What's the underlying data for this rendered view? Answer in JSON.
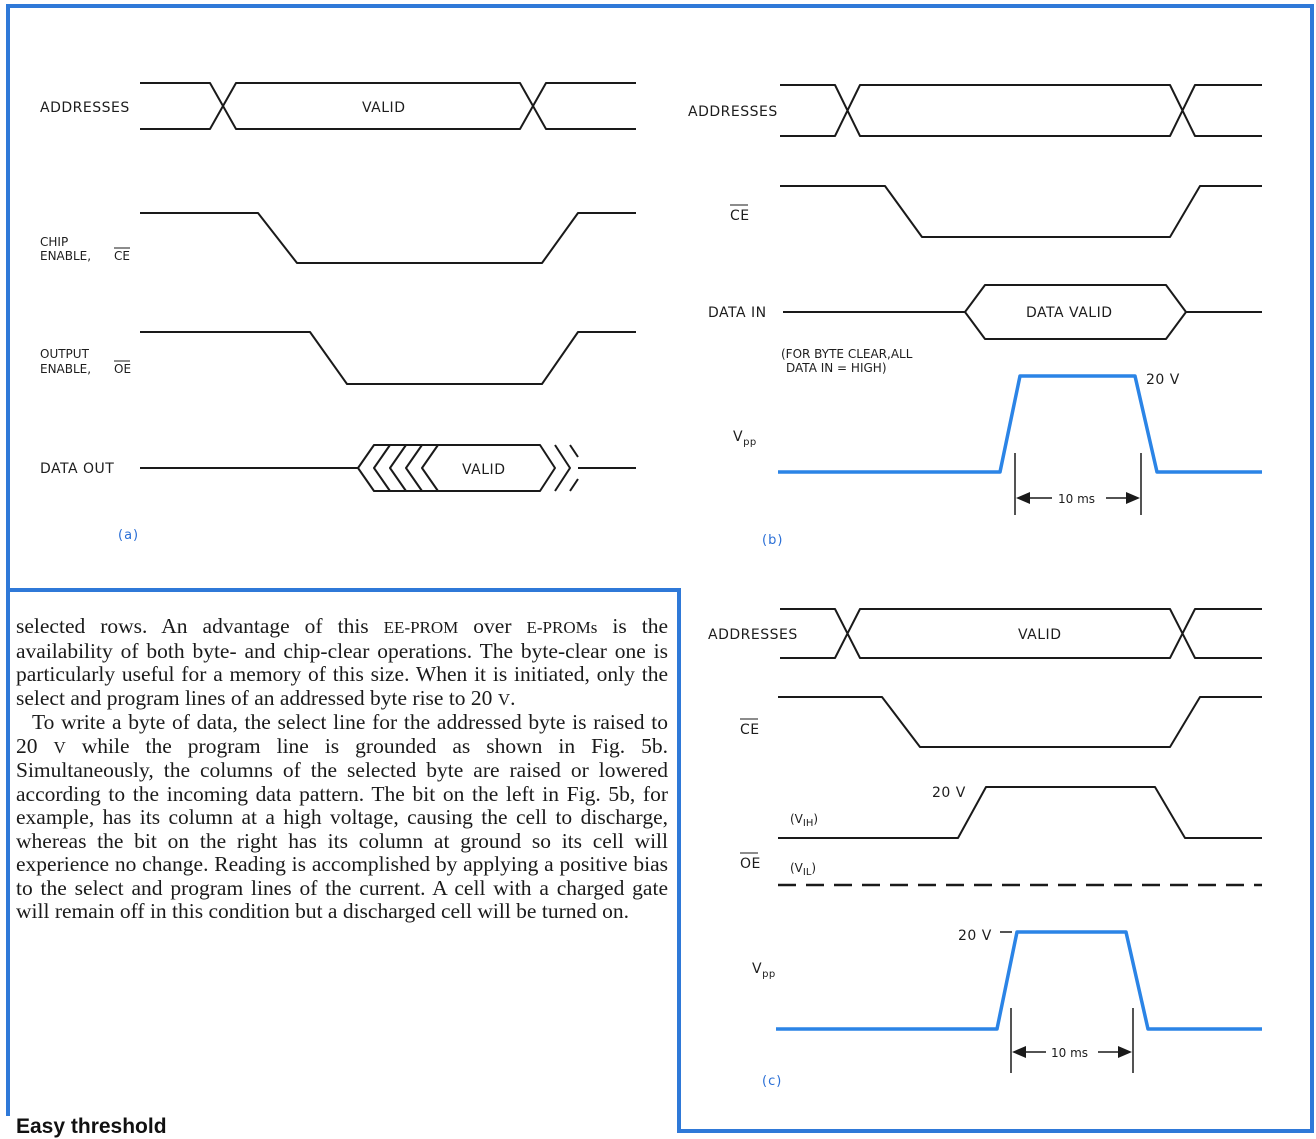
{
  "colors": {
    "frame": "#2f79d8",
    "vpp_trace": "#2b84e6",
    "caption": "#2a6fd6"
  },
  "fig_a": {
    "addresses": "ADDRESSES",
    "valid": "VALID",
    "chip": "CHIP",
    "enable_ce": "ENABLE,",
    "ce": "CE",
    "output": "OUTPUT",
    "enable_oe": "ENABLE,",
    "oe": "OE",
    "data_out": "DATA OUT",
    "data_valid": "VALID",
    "caption": "(a)"
  },
  "fig_b": {
    "addresses": "ADDRESSES",
    "ce": "CE",
    "data_in": "DATA IN",
    "data_valid": "DATA VALID",
    "note_1": "(FOR BYTE CLEAR,ALL",
    "note_2": "DATA IN = HIGH)",
    "vpp_v": "V",
    "vpp_sub": "pp",
    "volt": "20 V",
    "duration": "10 ms",
    "caption": "(b)"
  },
  "fig_c": {
    "addresses": "ADDRESSES",
    "valid": "VALID",
    "ce": "CE",
    "volt_oe": "20 V",
    "vih_v": "(V",
    "vih_sub": "IH",
    "vih_close": ")",
    "oe": "OE",
    "vil_v": "(V",
    "vil_sub": "IL",
    "vil_close": ")",
    "vpp_v": "V",
    "vpp_sub": "pp",
    "volt_vpp": "20 V",
    "duration": "10 ms",
    "caption": "(c)"
  },
  "text": {
    "p1_a": "selected rows. An advantage of this ",
    "p1_sc1": "EE-PROM",
    "p1_b": " over ",
    "p1_sc2": "E-PROMs",
    "p1_c": " is the availability of both byte- and chip-clear operations. The byte-clear one is particularly useful for a memory of this size. When it is initiated, only the select and program lines of an addressed byte rise to 20 ",
    "p1_sc3": "V",
    "p1_d": ".",
    "p2_a": "To write a byte of data, the select line for the addressed byte is raised to 20 ",
    "p2_sc1": "V",
    "p2_b": " while the program line is grounded as shown in Fig. 5b. Simultaneously, the columns of the selected byte are raised or lowered according to the incoming data pattern. The bit on the left in Fig. 5b, for example, has its column at a high voltage, causing the cell to discharge, whereas the bit on the right has its column at ground so its cell will experience no change. Reading is accomplished by applying a positive bias to the select and program lines of the current. A cell with a charged gate will remain off in this condition but a discharged cell will be turned on.",
    "heading": "Easy threshold"
  }
}
